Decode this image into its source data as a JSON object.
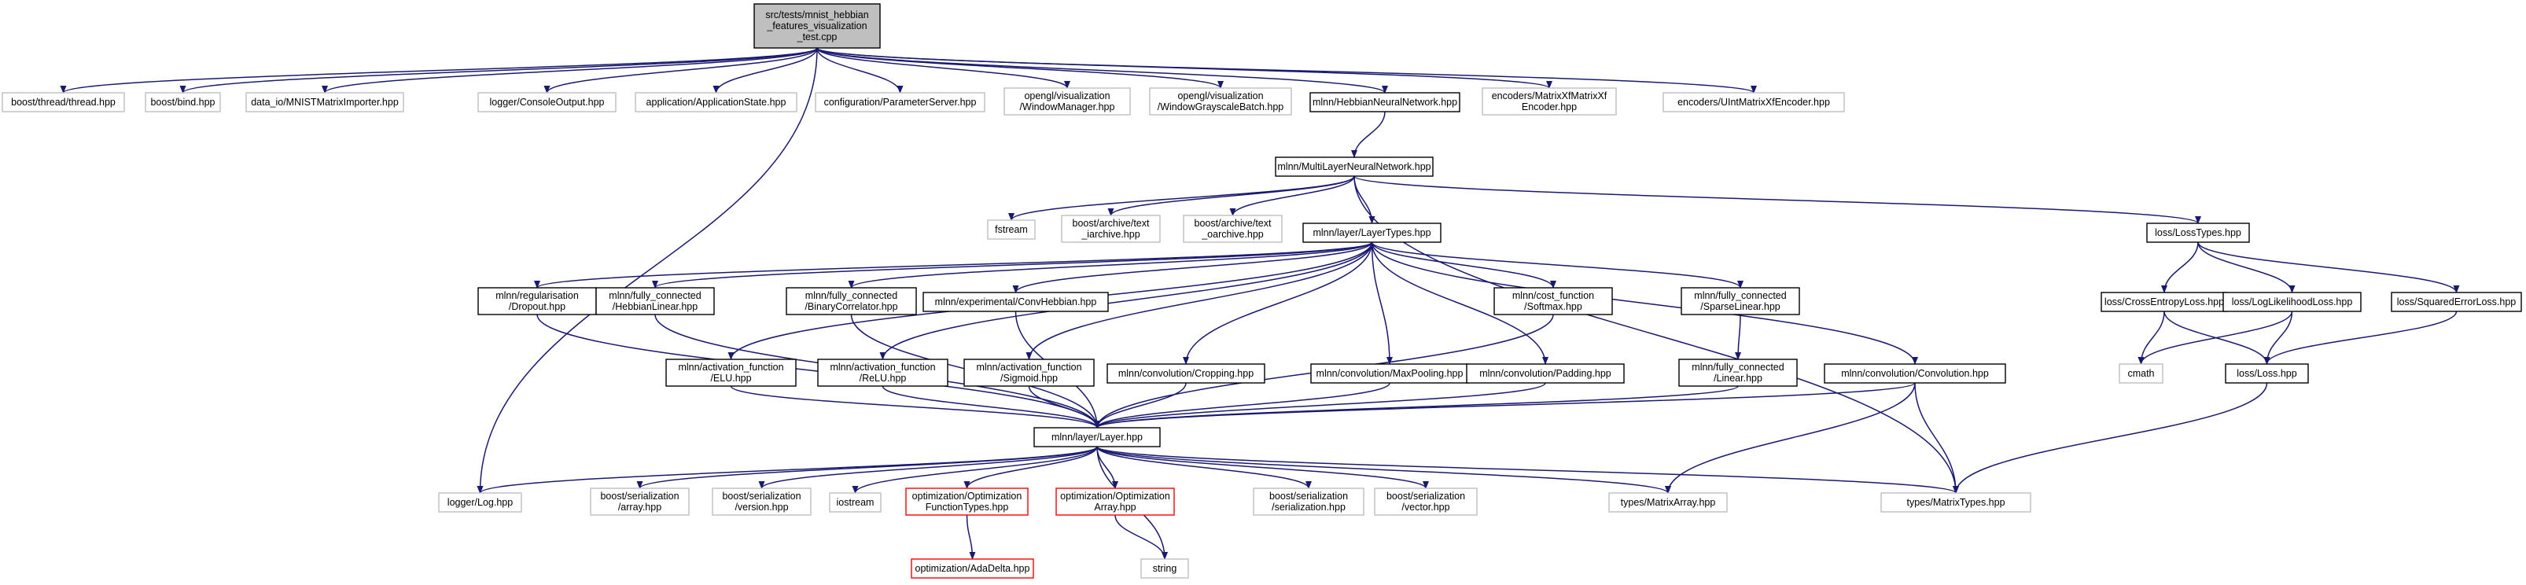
{
  "colors": {
    "edge": "#191970",
    "border_documented": "#000000",
    "border_undocumented": "#bfbfbf",
    "border_missing": "#ff0000",
    "fill_root": "#bfbfbf",
    "fill": "#ffffff"
  },
  "nodes": [
    {
      "id": "root",
      "lines": [
        "src/tests/mnist_hebbian",
        "_features_visualization",
        "_test.cpp"
      ],
      "kind": "root"
    },
    {
      "id": "thread",
      "lines": [
        "boost/thread/thread.hpp"
      ],
      "kind": "undocumented"
    },
    {
      "id": "bind",
      "lines": [
        "boost/bind.hpp"
      ],
      "kind": "undocumented"
    },
    {
      "id": "mnist",
      "lines": [
        "data_io/MNISTMatrixImporter.hpp"
      ],
      "kind": "undocumented"
    },
    {
      "id": "console",
      "lines": [
        "logger/ConsoleOutput.hpp"
      ],
      "kind": "undocumented"
    },
    {
      "id": "appstate",
      "lines": [
        "application/ApplicationState.hpp"
      ],
      "kind": "undocumented"
    },
    {
      "id": "paramserver",
      "lines": [
        "configuration/ParameterServer.hpp"
      ],
      "kind": "undocumented"
    },
    {
      "id": "winmgr",
      "lines": [
        "opengl/visualization",
        "/WindowManager.hpp"
      ],
      "kind": "undocumented"
    },
    {
      "id": "wingray",
      "lines": [
        "opengl/visualization",
        "/WindowGrayscaleBatch.hpp"
      ],
      "kind": "undocumented"
    },
    {
      "id": "hebbnet",
      "lines": [
        "mlnn/HebbianNeuralNetwork.hpp"
      ],
      "kind": "documented"
    },
    {
      "id": "matxf",
      "lines": [
        "encoders/MatrixXfMatrixXf",
        "Encoder.hpp"
      ],
      "kind": "undocumented"
    },
    {
      "id": "uintenc",
      "lines": [
        "encoders/UIntMatrixXfEncoder.hpp"
      ],
      "kind": "undocumented"
    },
    {
      "id": "mlnet",
      "lines": [
        "mlnn/MultiLayerNeuralNetwork.hpp"
      ],
      "kind": "documented"
    },
    {
      "id": "fstream",
      "lines": [
        "fstream"
      ],
      "kind": "undocumented"
    },
    {
      "id": "tiarchive",
      "lines": [
        "boost/archive/text",
        "_iarchive.hpp"
      ],
      "kind": "undocumented"
    },
    {
      "id": "toarchive",
      "lines": [
        "boost/archive/text",
        "_oarchive.hpp"
      ],
      "kind": "undocumented"
    },
    {
      "id": "layertypes",
      "lines": [
        "mlnn/layer/LayerTypes.hpp"
      ],
      "kind": "documented"
    },
    {
      "id": "losstypes",
      "lines": [
        "loss/LossTypes.hpp"
      ],
      "kind": "documented"
    },
    {
      "id": "dropout",
      "lines": [
        "mlnn/regularisation",
        "/Dropout.hpp"
      ],
      "kind": "documented"
    },
    {
      "id": "hebblinear",
      "lines": [
        "mlnn/fully_connected",
        "/HebbianLinear.hpp"
      ],
      "kind": "documented"
    },
    {
      "id": "bincorr",
      "lines": [
        "mlnn/fully_connected",
        "/BinaryCorrelator.hpp"
      ],
      "kind": "documented"
    },
    {
      "id": "convhebb",
      "lines": [
        "mlnn/experimental/ConvHebbian.hpp"
      ],
      "kind": "documented"
    },
    {
      "id": "softmax",
      "lines": [
        "mlnn/cost_function",
        "/Softmax.hpp"
      ],
      "kind": "documented"
    },
    {
      "id": "sparselinear",
      "lines": [
        "mlnn/fully_connected",
        "/SparseLinear.hpp"
      ],
      "kind": "documented"
    },
    {
      "id": "elu",
      "lines": [
        "mlnn/activation_function",
        "/ELU.hpp"
      ],
      "kind": "documented"
    },
    {
      "id": "relu",
      "lines": [
        "mlnn/activation_function",
        "/ReLU.hpp"
      ],
      "kind": "documented"
    },
    {
      "id": "sigmoid",
      "lines": [
        "mlnn/activation_function",
        "/Sigmoid.hpp"
      ],
      "kind": "documented"
    },
    {
      "id": "cropping",
      "lines": [
        "mlnn/convolution/Cropping.hpp"
      ],
      "kind": "documented"
    },
    {
      "id": "maxpool",
      "lines": [
        "mlnn/convolution/MaxPooling.hpp"
      ],
      "kind": "documented"
    },
    {
      "id": "padding",
      "lines": [
        "mlnn/convolution/Padding.hpp"
      ],
      "kind": "documented"
    },
    {
      "id": "linear",
      "lines": [
        "mlnn/fully_connected",
        "/Linear.hpp"
      ],
      "kind": "documented"
    },
    {
      "id": "convolution",
      "lines": [
        "mlnn/convolution/Convolution.hpp"
      ],
      "kind": "documented"
    },
    {
      "id": "celoss",
      "lines": [
        "loss/CrossEntropyLoss.hpp"
      ],
      "kind": "documented"
    },
    {
      "id": "llloss",
      "lines": [
        "loss/LogLikelihoodLoss.hpp"
      ],
      "kind": "documented"
    },
    {
      "id": "sqloss",
      "lines": [
        "loss/SquaredErrorLoss.hpp"
      ],
      "kind": "documented"
    },
    {
      "id": "cmath",
      "lines": [
        "cmath"
      ],
      "kind": "undocumented"
    },
    {
      "id": "loss",
      "lines": [
        "loss/Loss.hpp"
      ],
      "kind": "documented"
    },
    {
      "id": "layer",
      "lines": [
        "mlnn/layer/Layer.hpp"
      ],
      "kind": "documented"
    },
    {
      "id": "log",
      "lines": [
        "logger/Log.hpp"
      ],
      "kind": "undocumented"
    },
    {
      "id": "serarray",
      "lines": [
        "boost/serialization",
        "/array.hpp"
      ],
      "kind": "undocumented"
    },
    {
      "id": "serversion",
      "lines": [
        "boost/serialization",
        "/version.hpp"
      ],
      "kind": "undocumented"
    },
    {
      "id": "iostream",
      "lines": [
        "iostream"
      ],
      "kind": "undocumented"
    },
    {
      "id": "optfunc",
      "lines": [
        "optimization/Optimization",
        "FunctionTypes.hpp"
      ],
      "kind": "missing"
    },
    {
      "id": "optarray",
      "lines": [
        "optimization/Optimization",
        "Array.hpp"
      ],
      "kind": "missing"
    },
    {
      "id": "serser",
      "lines": [
        "boost/serialization",
        "/serialization.hpp"
      ],
      "kind": "undocumented"
    },
    {
      "id": "servector",
      "lines": [
        "boost/serialization",
        "/vector.hpp"
      ],
      "kind": "undocumented"
    },
    {
      "id": "matarray",
      "lines": [
        "types/MatrixArray.hpp"
      ],
      "kind": "undocumented"
    },
    {
      "id": "mattypes",
      "lines": [
        "types/MatrixTypes.hpp"
      ],
      "kind": "undocumented"
    },
    {
      "id": "adadelta",
      "lines": [
        "optimization/AdaDelta.hpp"
      ],
      "kind": "missing"
    },
    {
      "id": "string",
      "lines": [
        "string"
      ],
      "kind": "undocumented"
    }
  ],
  "edges": [
    [
      "root",
      "thread"
    ],
    [
      "root",
      "bind"
    ],
    [
      "root",
      "mnist"
    ],
    [
      "root",
      "console"
    ],
    [
      "root",
      "appstate"
    ],
    [
      "root",
      "paramserver"
    ],
    [
      "root",
      "winmgr"
    ],
    [
      "root",
      "wingray"
    ],
    [
      "root",
      "hebbnet"
    ],
    [
      "root",
      "matxf"
    ],
    [
      "root",
      "uintenc"
    ],
    [
      "root",
      "log"
    ],
    [
      "hebbnet",
      "mlnet"
    ],
    [
      "mlnet",
      "fstream"
    ],
    [
      "mlnet",
      "tiarchive"
    ],
    [
      "mlnet",
      "toarchive"
    ],
    [
      "mlnet",
      "layertypes"
    ],
    [
      "mlnet",
      "losstypes"
    ],
    [
      "mlnet",
      "mattypes"
    ],
    [
      "layertypes",
      "dropout"
    ],
    [
      "layertypes",
      "hebblinear"
    ],
    [
      "layertypes",
      "bincorr"
    ],
    [
      "layertypes",
      "convhebb"
    ],
    [
      "layertypes",
      "softmax"
    ],
    [
      "layertypes",
      "sparselinear"
    ],
    [
      "layertypes",
      "elu"
    ],
    [
      "layertypes",
      "relu"
    ],
    [
      "layertypes",
      "sigmoid"
    ],
    [
      "layertypes",
      "cropping"
    ],
    [
      "layertypes",
      "maxpool"
    ],
    [
      "layertypes",
      "padding"
    ],
    [
      "layertypes",
      "convolution"
    ],
    [
      "sparselinear",
      "linear"
    ],
    [
      "losstypes",
      "celoss"
    ],
    [
      "losstypes",
      "llloss"
    ],
    [
      "losstypes",
      "sqloss"
    ],
    [
      "celoss",
      "cmath"
    ],
    [
      "celoss",
      "loss"
    ],
    [
      "llloss",
      "cmath"
    ],
    [
      "llloss",
      "loss"
    ],
    [
      "sqloss",
      "loss"
    ],
    [
      "loss",
      "mattypes"
    ],
    [
      "dropout",
      "layer"
    ],
    [
      "hebblinear",
      "layer"
    ],
    [
      "bincorr",
      "layer"
    ],
    [
      "convhebb",
      "layer"
    ],
    [
      "softmax",
      "layer"
    ],
    [
      "elu",
      "layer"
    ],
    [
      "relu",
      "layer"
    ],
    [
      "sigmoid",
      "layer"
    ],
    [
      "cropping",
      "layer"
    ],
    [
      "maxpool",
      "layer"
    ],
    [
      "padding",
      "layer"
    ],
    [
      "linear",
      "layer"
    ],
    [
      "convolution",
      "layer"
    ],
    [
      "convolution",
      "matarray"
    ],
    [
      "convolution",
      "mattypes"
    ],
    [
      "layer",
      "log"
    ],
    [
      "layer",
      "serarray"
    ],
    [
      "layer",
      "serversion"
    ],
    [
      "layer",
      "iostream"
    ],
    [
      "layer",
      "optfunc"
    ],
    [
      "layer",
      "optarray"
    ],
    [
      "layer",
      "serser"
    ],
    [
      "layer",
      "servector"
    ],
    [
      "layer",
      "matarray"
    ],
    [
      "layer",
      "mattypes"
    ],
    [
      "layer",
      "string"
    ],
    [
      "optfunc",
      "adadelta"
    ],
    [
      "optarray",
      "string"
    ]
  ]
}
